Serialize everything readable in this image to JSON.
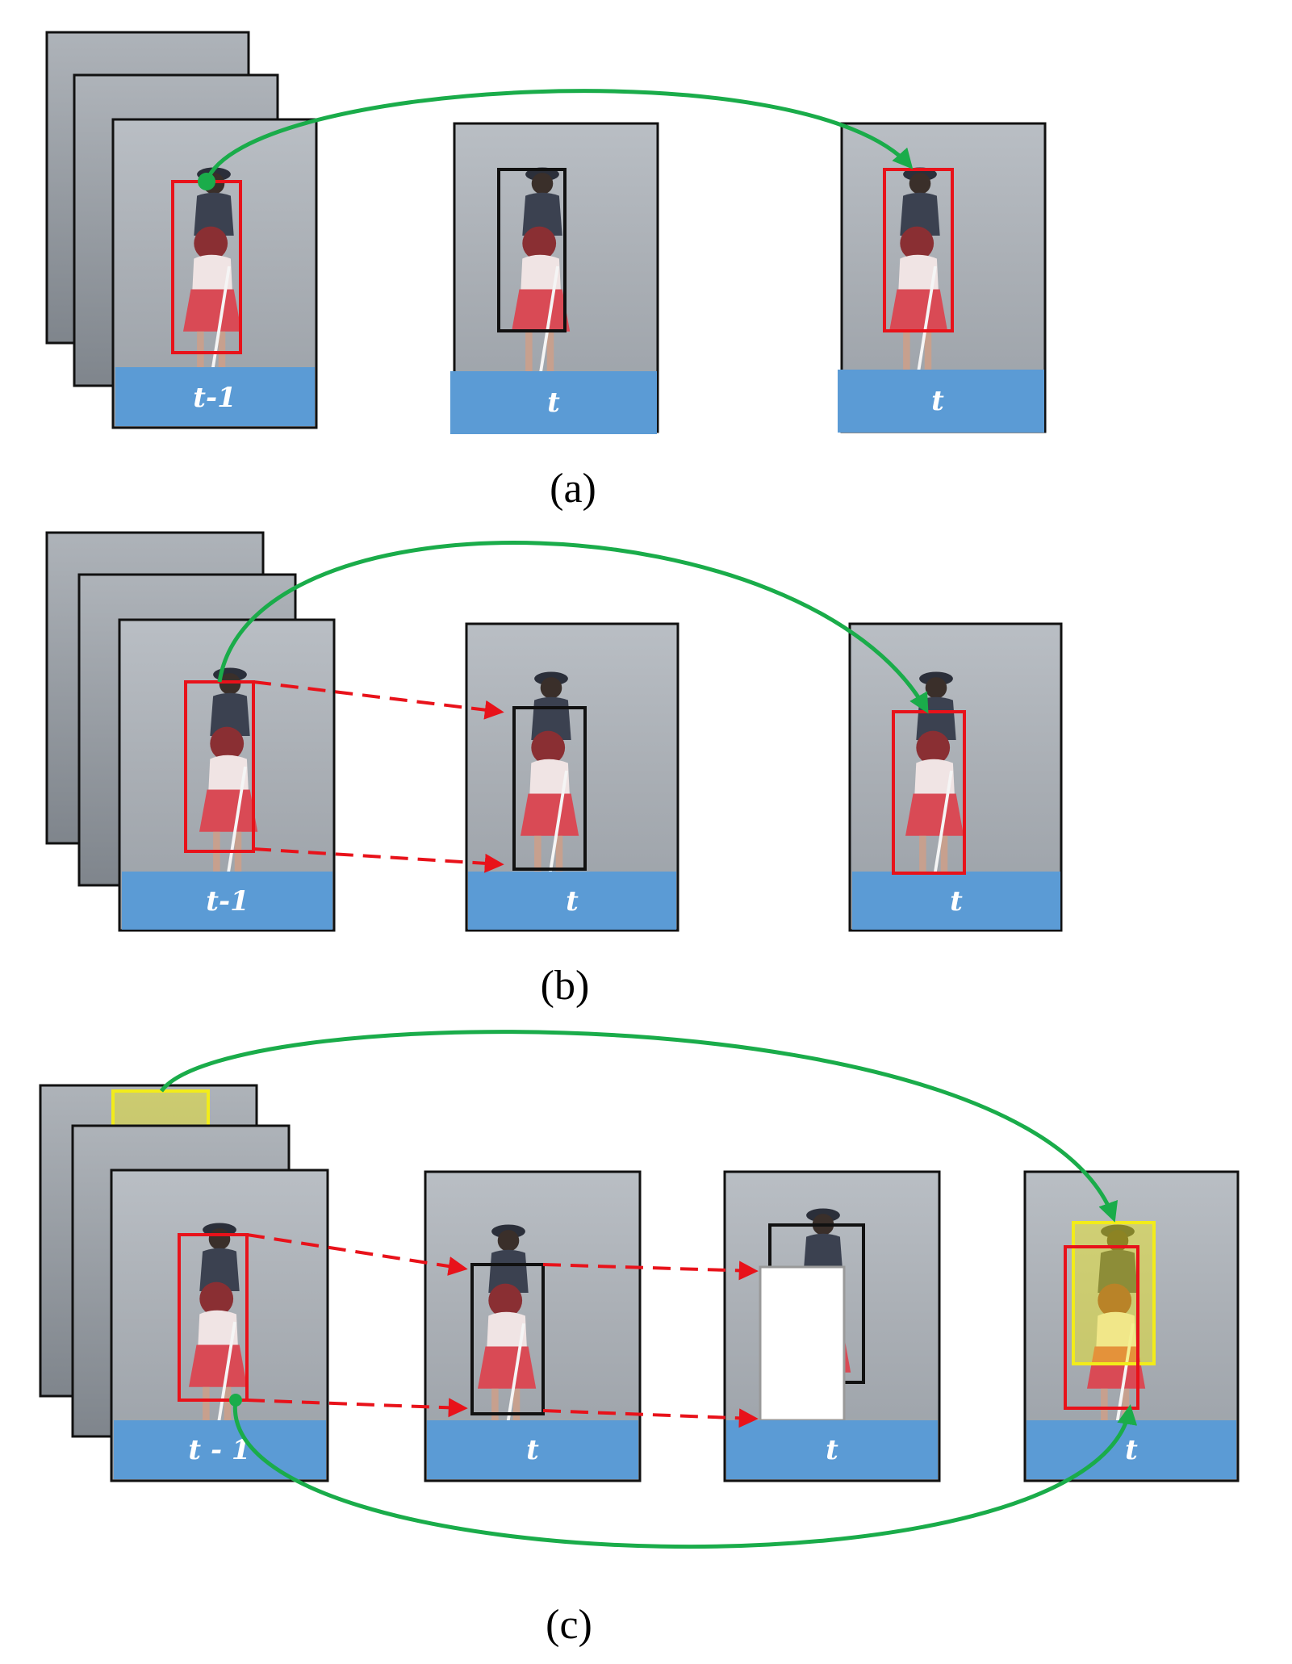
{
  "colors": {
    "frame_bg_top": "#b7bcc2",
    "frame_bg_bottom": "#8f949b",
    "label_bar": "#5b9bd5",
    "prev_box": "#e8121a",
    "cur_box": "#111111",
    "occlusion_box": "#f2ec1a",
    "dashed_arrow": "#e8121a",
    "green_arrow": "#1aac4a",
    "occlusion_mask": "#ffffff"
  },
  "panels": [
    {
      "id": "a",
      "caption": "(a)",
      "frames": [
        {
          "role": "prev-stack",
          "label": "t-1"
        },
        {
          "role": "current",
          "label": "t"
        },
        {
          "role": "result",
          "label": "t"
        }
      ]
    },
    {
      "id": "b",
      "caption": "(b)",
      "frames": [
        {
          "role": "prev-stack",
          "label": "t-1"
        },
        {
          "role": "current",
          "label": "t"
        },
        {
          "role": "result",
          "label": "t"
        }
      ]
    },
    {
      "id": "c",
      "caption": "(c)",
      "frames": [
        {
          "role": "prev-stack",
          "label": "t-1"
        },
        {
          "role": "current",
          "label": "t"
        },
        {
          "role": "occluded",
          "label": "t"
        },
        {
          "role": "result",
          "label": "t"
        }
      ]
    }
  ],
  "labels": {
    "prev": "t-1",
    "prev_spaced": "t - 1",
    "cur": "t"
  }
}
